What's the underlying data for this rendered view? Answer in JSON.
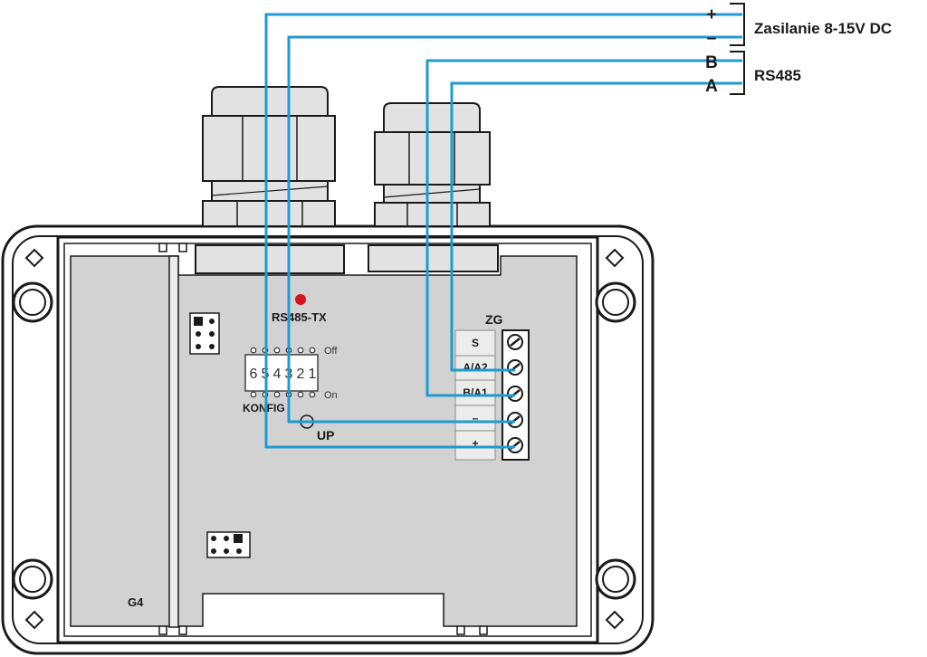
{
  "power": {
    "plus": "+",
    "minus": "–",
    "label": "Zasilanie 8-15V DC"
  },
  "rs485": {
    "b": "B",
    "a": "A",
    "label": "RS485"
  },
  "board": {
    "led_label": "RS485-TX",
    "dip": {
      "numbers": [
        "6",
        "5",
        "4",
        "3",
        "2",
        "1"
      ],
      "off_label": "Off",
      "on_label": "On",
      "name": "KONFIG"
    },
    "up_label": "UP",
    "connector": {
      "name": "ZG",
      "terminals": [
        "S",
        "A/A2",
        "B/A1",
        "–",
        "+"
      ]
    },
    "module_label": "G4"
  },
  "colors": {
    "wire": "#1e9bd0",
    "led": "#d8141c",
    "board": "#d2d2d2",
    "outline": "#1a1a1a"
  }
}
